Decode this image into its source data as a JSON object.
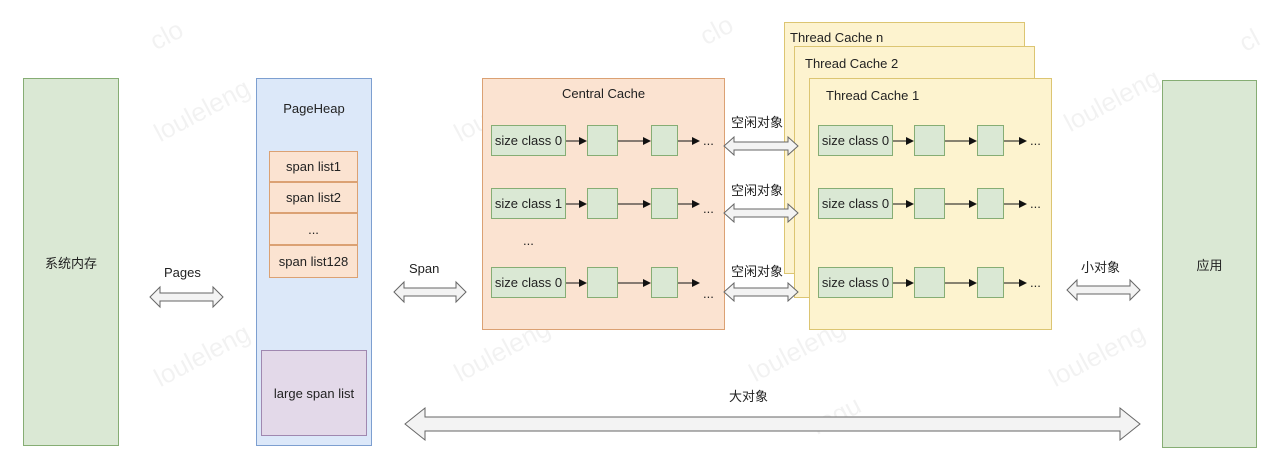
{
  "memory_label": "系统内存",
  "app_label": "应用",
  "pages_label": "Pages",
  "span_label": "Span",
  "small_obj_label": "小对象",
  "large_obj_label": "大对象",
  "free_obj_label": "空闲对象",
  "ellipsis": "...",
  "page_heap": {
    "title": "PageHeap",
    "lists": [
      "span list1",
      "span list2",
      "...",
      "span list128"
    ],
    "large_list": "large span list"
  },
  "central_cache": {
    "title": "Central Cache",
    "rows": [
      "size class 0",
      "size class 1",
      "size class 0"
    ]
  },
  "thread_caches": {
    "back_title": "Thread Cache n",
    "mid_title": "Thread Cache 2",
    "front_title": "Thread Cache 1",
    "rows": [
      "size class 0",
      "size class 0",
      "size class 0"
    ]
  },
  "colors": {
    "green": "#dae8d4",
    "blue": "#dce8f9",
    "orange": "#fbe3d1",
    "yellow": "#fdf3cf",
    "purple": "#e3d9e9"
  }
}
